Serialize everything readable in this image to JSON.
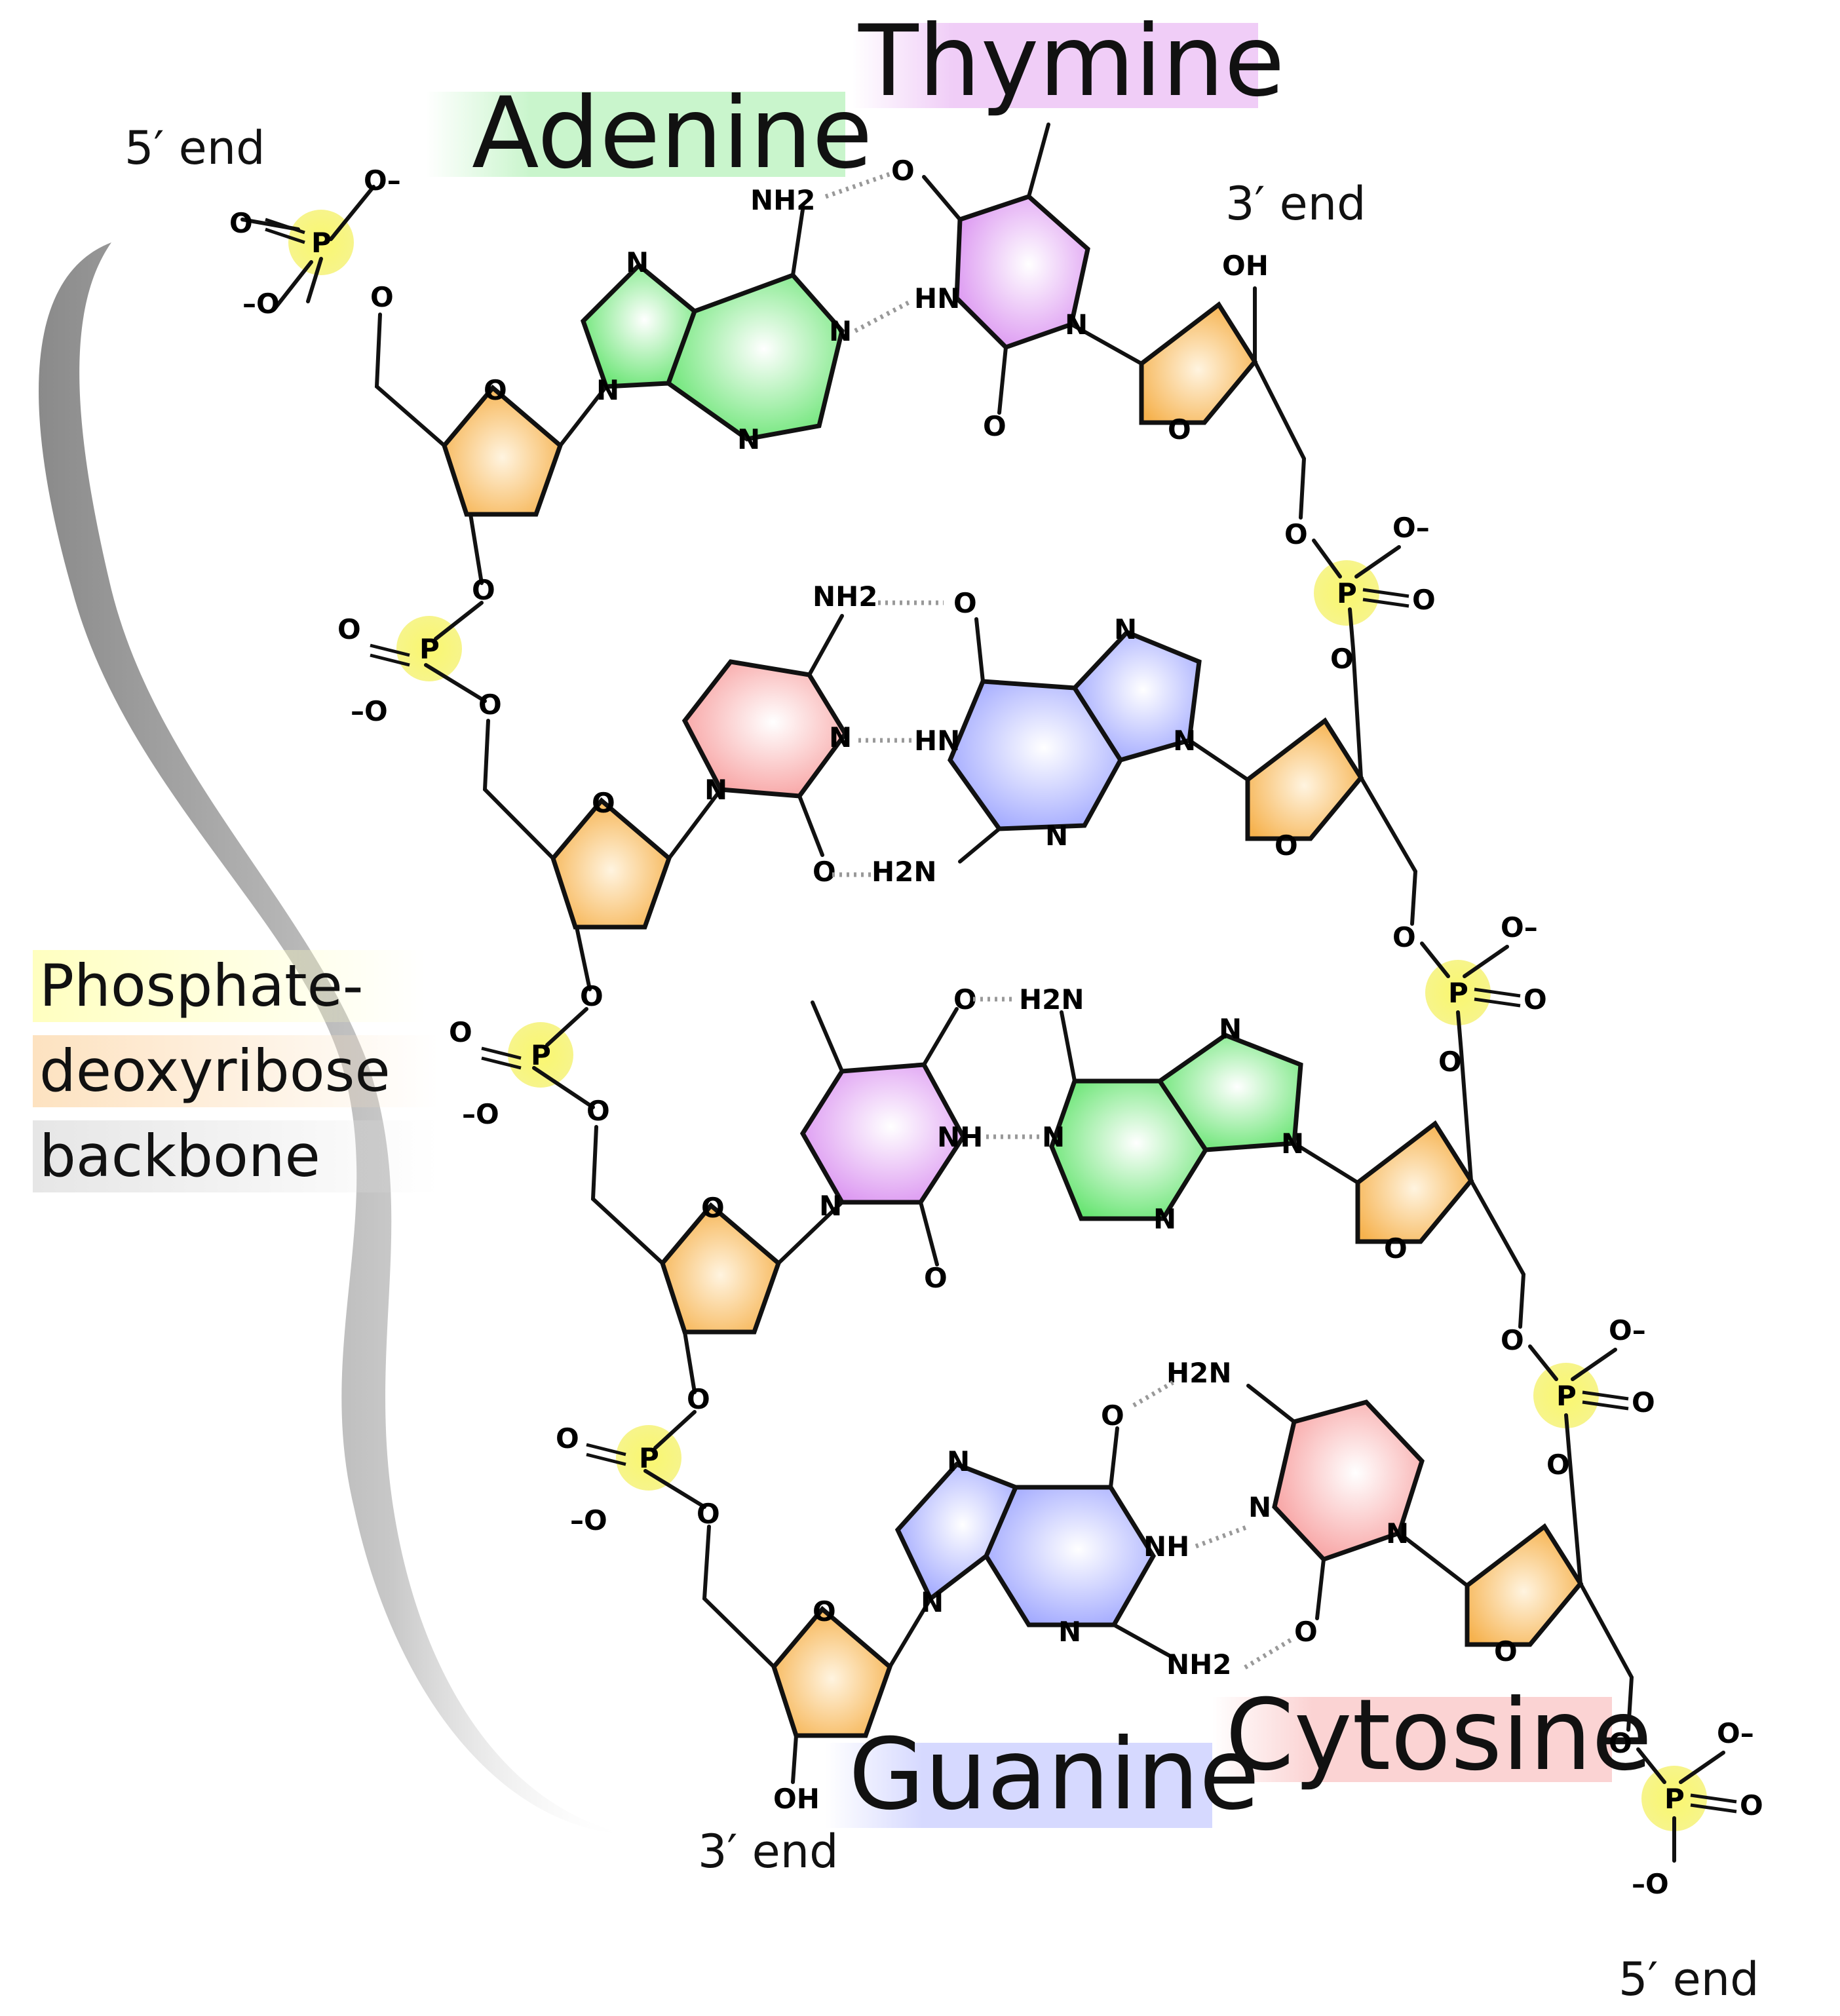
{
  "labels": {
    "adenine": "Adenine",
    "thymine": "Thymine",
    "guanine": "Guanine",
    "cytosine": "Cytosine",
    "end5_top": "5′ end",
    "end3_top": "3′ end",
    "end3_bottom": "3′ end",
    "end5_bottom": "5′ end",
    "backbone_line1": "Phosphate-",
    "backbone_line2": "deoxyribose",
    "backbone_line3": "backbone"
  },
  "atoms": {
    "O": "O",
    "O_minus": "O–",
    "minus_O": "–O",
    "P": "P",
    "N": "N",
    "NH2": "NH2",
    "H2N": "H2N",
    "HN": "HN",
    "NH": "NH",
    "OH": "OH"
  },
  "colors": {
    "adenine": "#5fe36a",
    "thymine": "#d98ff0",
    "guanine": "#9aa2ff",
    "cytosine": "#f79a9a",
    "sugar": "#f6b24e",
    "phosphate": "#f3f05a",
    "hydrogen_bond": "#999999"
  }
}
